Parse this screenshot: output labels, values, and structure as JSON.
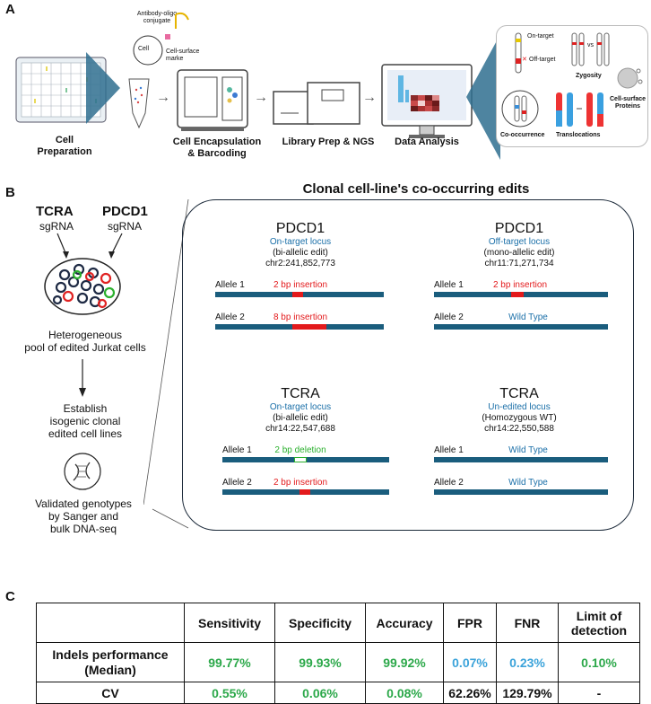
{
  "panel_a": {
    "letter": "A",
    "antibody_label": "Antibody-oligo\nconjugate",
    "cell_label": "Cell",
    "surface_marker_label": "Cell-surface\nmarke",
    "steps": [
      {
        "label": "Cell\nPreparation"
      },
      {
        "label": "Cell Encapsulation\n& Barcoding"
      },
      {
        "label": "Library Prep & NGS"
      },
      {
        "label": "Data Analysis"
      }
    ],
    "analysis": {
      "on_target": "On-target",
      "off_target": "Off-target",
      "zygosity": "Zygosity",
      "vs": "vs",
      "cell_surface_proteins": "Cell-surface\nProteins",
      "co_occurrence": "Co-occurrence",
      "translocations": "Translocations"
    }
  },
  "panel_b": {
    "letter": "B",
    "title": "Clonal cell-line's co-occurring edits",
    "tcra_gene": "TCRA",
    "tcra_sub": "sgRNA",
    "pdcd1_gene": "PDCD1",
    "pdcd1_sub": "sgRNA",
    "pool_label": "Heterogeneous\npool of edited Jurkat cells",
    "establish_label": "Establish\nisogenic clonal\nedited cell lines",
    "validated_label": "Validated genotypes\nby Sanger and\nbulk DNA-seq",
    "loci": [
      {
        "gene": "PDCD1",
        "locus": "On-target locus",
        "edit": "(bi-allelic edit)",
        "coord": "chr2:241,852,773",
        "alleles": [
          {
            "name": "Allele 1",
            "edit": "2 bp insertion",
            "kind": "ins"
          },
          {
            "name": "Allele 2",
            "edit": "8 bp insertion",
            "kind": "ins"
          }
        ]
      },
      {
        "gene": "PDCD1",
        "locus": "Off-target locus",
        "edit": "(mono-allelic edit)",
        "coord": "chr11:71,271,734",
        "alleles": [
          {
            "name": "Allele 1",
            "edit": "2 bp insertion",
            "kind": "ins"
          },
          {
            "name": "Allele 2",
            "edit": "Wild Type",
            "kind": "wt"
          }
        ]
      },
      {
        "gene": "TCRA",
        "locus": "On-target locus",
        "edit": "(bi-allelic edit)",
        "coord": "chr14:22,547,688",
        "alleles": [
          {
            "name": "Allele 1",
            "edit": "2 bp deletion",
            "kind": "del"
          },
          {
            "name": "Allele 2",
            "edit": "2 bp insertion",
            "kind": "ins"
          }
        ]
      },
      {
        "gene": "TCRA",
        "locus": "Un-edited locus",
        "edit": "(Homozygous WT)",
        "coord": "chr14:22,550,588",
        "alleles": [
          {
            "name": "Allele 1",
            "edit": "Wild Type",
            "kind": "wt"
          },
          {
            "name": "Allele 2",
            "edit": "Wild Type",
            "kind": "wt"
          }
        ]
      }
    ]
  },
  "panel_c": {
    "letter": "C",
    "headers": [
      "",
      "Sensitivity",
      "Specificity",
      "Accuracy",
      "FPR",
      "FNR",
      "Limit of\ndetection"
    ],
    "rows": [
      {
        "label": "Indels performance\n(Median)",
        "values": [
          "99.77%",
          "99.93%",
          "99.92%",
          "0.07%",
          "0.23%",
          "0.10%"
        ]
      },
      {
        "label": "CV",
        "values": [
          "0.55%",
          "0.06%",
          "0.08%",
          "62.26%",
          "129.79%",
          "-"
        ]
      }
    ],
    "colors": {
      "green": "#2ca84a",
      "cyan": "#3ba3da",
      "black": "#111111"
    }
  }
}
